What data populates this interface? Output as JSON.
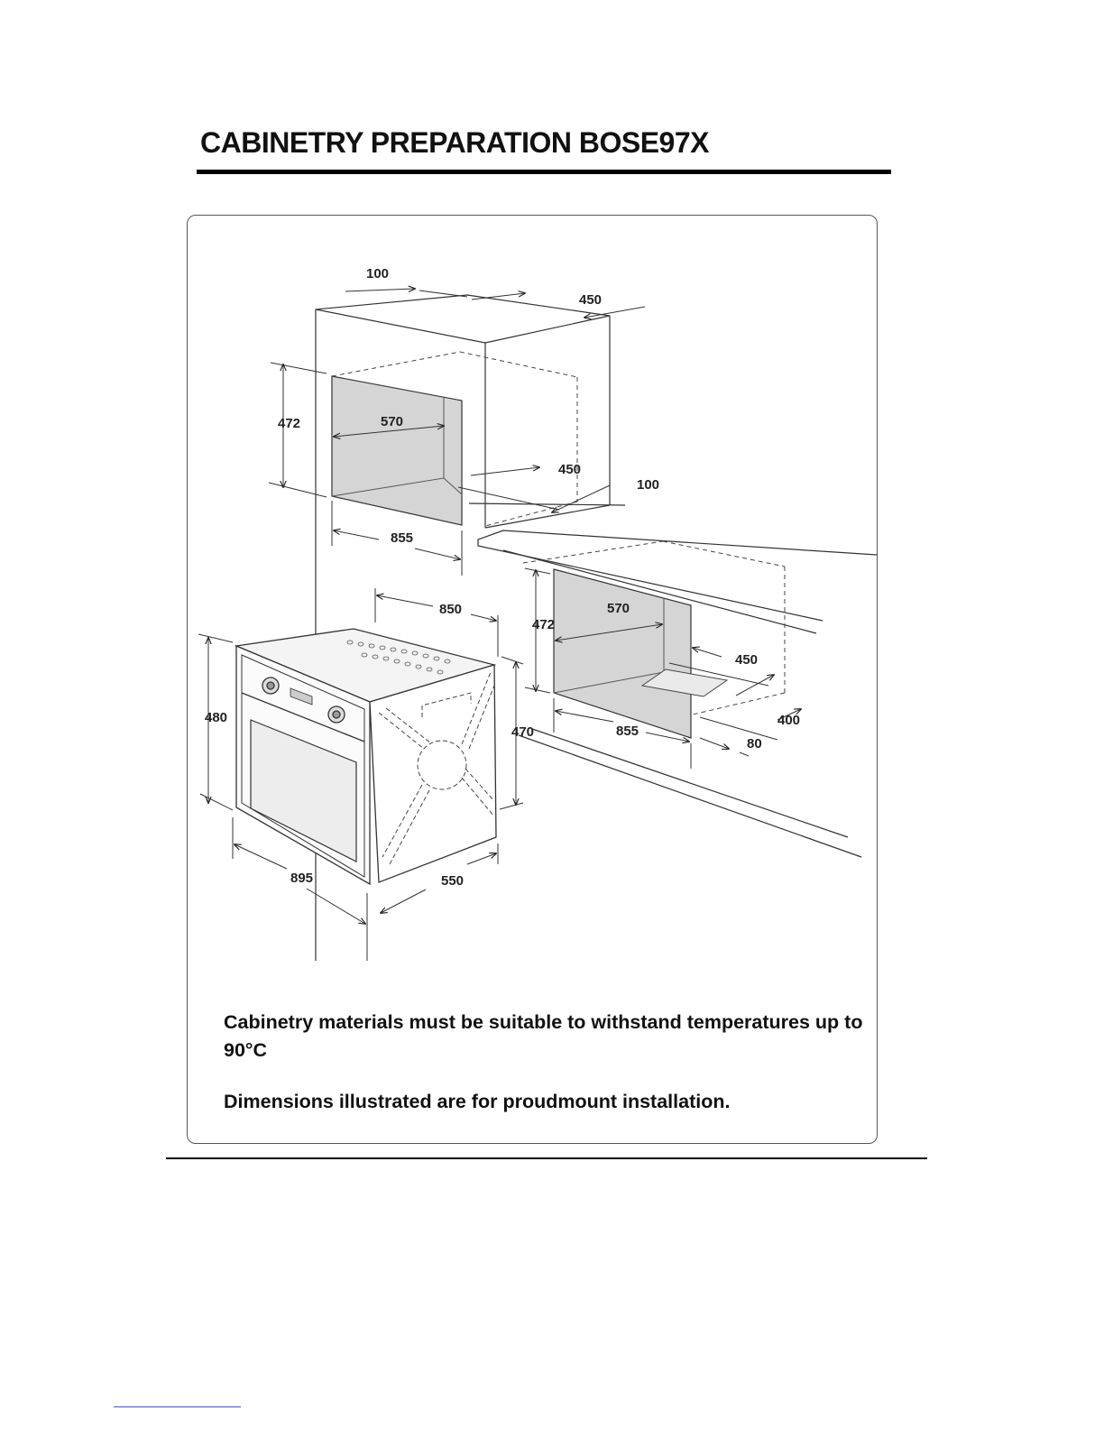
{
  "header": {
    "title": "CABINETRY PREPARATION BOSE97X"
  },
  "diagram": {
    "upper_cavity": {
      "dim_top_depth_offset": "100",
      "dim_top_depth": "450",
      "dim_height": "472",
      "dim_width_inner": "570",
      "dim_depth_inner": "450",
      "dim_side_offset": "100",
      "dim_width": "855"
    },
    "oven": {
      "dim_width_top": "850",
      "dim_height_front": "480",
      "dim_height_side": "470",
      "dim_width_front": "895",
      "dim_depth": "550"
    },
    "lower_cavity": {
      "dim_height": "472",
      "dim_width_inner": "570",
      "dim_depth_inner": "450",
      "dim_width": "855",
      "dim_depth": "400",
      "dim_vent": "80"
    }
  },
  "notes": {
    "temperature": "Cabinetry materials must be suitable to withstand temperatures up to 90°C",
    "installation": "Dimensions illustrated are for proudmount installation."
  }
}
